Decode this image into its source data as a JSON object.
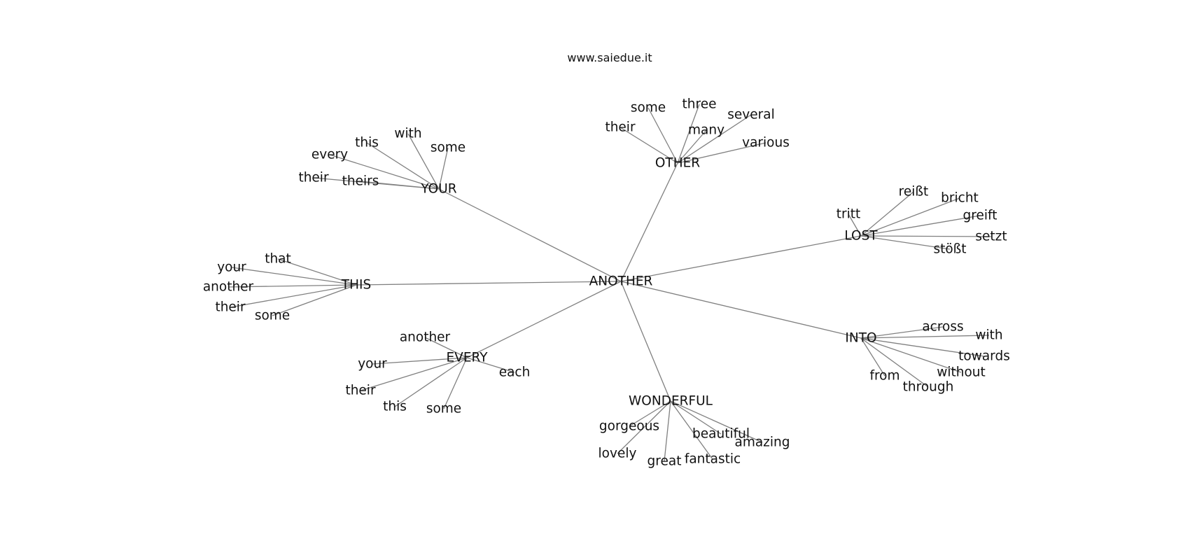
{
  "header": {
    "site": "www.saiedue.it"
  },
  "graph": {
    "root": "ANOTHER",
    "branches": [
      {
        "label": "YOUR",
        "children": [
          "their",
          "theirs",
          "every",
          "this",
          "with",
          "some"
        ]
      },
      {
        "label": "OTHER",
        "children": [
          "their",
          "some",
          "three",
          "many",
          "several",
          "various"
        ]
      },
      {
        "label": "LOST",
        "children": [
          "tritt",
          "reißt",
          "bricht",
          "greift",
          "setzt",
          "stößt"
        ]
      },
      {
        "label": "THIS",
        "children": [
          "that",
          "your",
          "another",
          "their",
          "some"
        ]
      },
      {
        "label": "INTO",
        "children": [
          "across",
          "with",
          "towards",
          "without",
          "through",
          "from"
        ]
      },
      {
        "label": "EVERY",
        "children": [
          "another",
          "your",
          "their",
          "this",
          "some",
          "each"
        ]
      },
      {
        "label": "WONDERFUL",
        "children": [
          "gorgeous",
          "lovely",
          "great",
          "fantastic",
          "beautiful",
          "amazing"
        ]
      }
    ]
  }
}
